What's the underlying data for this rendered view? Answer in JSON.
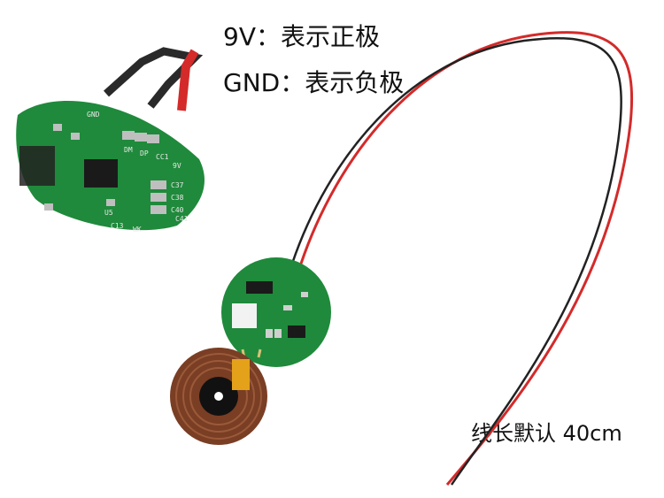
{
  "labels": {
    "positive": "9V：表示正极",
    "negative": "GND：表示负极",
    "wire_length": "线长默认 40cm"
  },
  "pcb_silkscreen": {
    "gnd": "GND",
    "dm": "DM",
    "dp": "DP",
    "cc1": "CC1",
    "v9": "9V",
    "c37": "C37",
    "c38": "C38",
    "c40": "C40",
    "c41": "C41",
    "u5": "U5",
    "c13": "C13",
    "wk": "WK"
  },
  "colors": {
    "pcb": "#1f8a3b",
    "red_wire": "#d42a2a",
    "black_wire": "#222222",
    "coil": "#8a4a2a"
  }
}
